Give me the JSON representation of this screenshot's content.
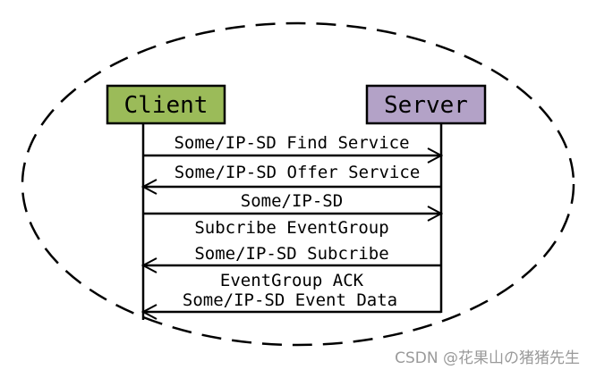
{
  "diagram": {
    "actors": {
      "client": {
        "label": "Client",
        "fill": "#9bbb59"
      },
      "server": {
        "label": "Server",
        "fill": "#b3a2c7"
      }
    },
    "messages": [
      {
        "label": "Some/IP-SD Find Service",
        "direction": "to-server"
      },
      {
        "label": "Some/IP-SD Offer Service",
        "direction": "to-client"
      },
      {
        "label": "Some/IP-SD",
        "label_line2": "Subcribe EventGroup",
        "direction": "to-server"
      },
      {
        "label": "Some/IP-SD Subcribe",
        "label_line2": "EventGroup ACK",
        "direction": "to-client"
      },
      {
        "label": "Some/IP-SD Event Data",
        "direction": "to-client"
      }
    ],
    "boundary_style": "dashed-ellipse"
  },
  "watermark": "CSDN @花果山の猪猪先生"
}
